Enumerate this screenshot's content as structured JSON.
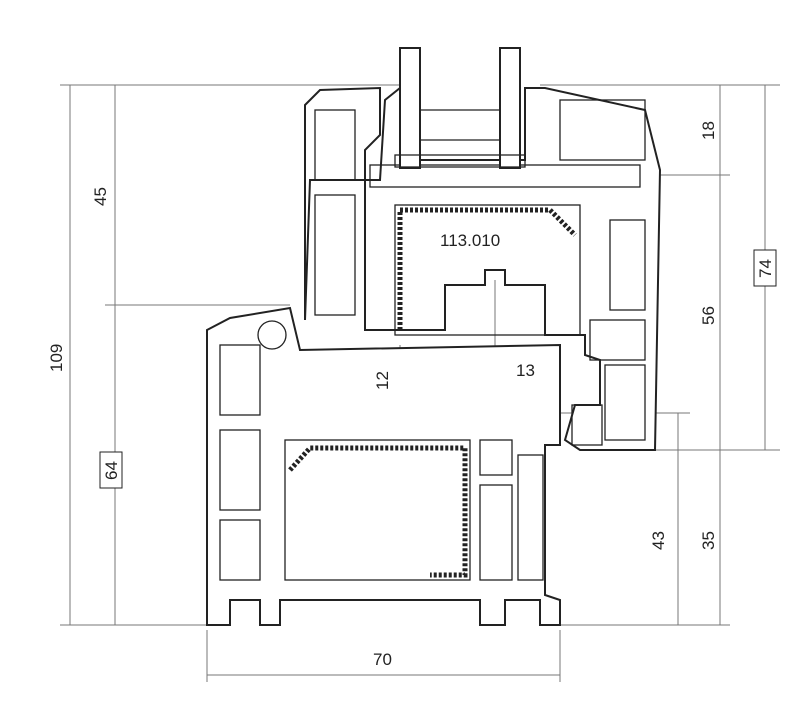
{
  "drawing": {
    "profile_code": "113.010",
    "dimensions": {
      "overall_height": "109",
      "sash_upper": "45",
      "frame_lower": "64",
      "glass_rebate": "18",
      "sash_height": "74",
      "sash_inner": "56",
      "gap_12": "12",
      "offset_13": "13",
      "frame_43": "43",
      "frame_35": "35",
      "frame_width": "70"
    }
  }
}
